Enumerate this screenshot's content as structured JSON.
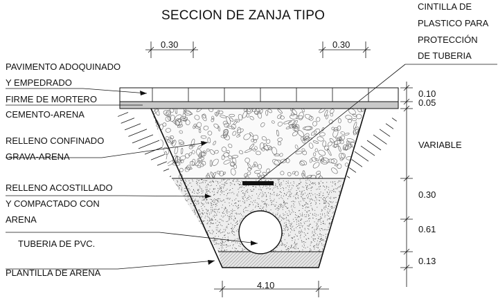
{
  "title": "SECCION DE ZANJA TIPO",
  "labels": {
    "cintilla": [
      "CINTILLA DE",
      "PLASTICO PARA",
      "PROTECCIÓN",
      "DE TUBERIA"
    ],
    "pavimento": [
      "PAVIMENTO ADOQUINADO",
      "Y EMPEDRADO"
    ],
    "firme": [
      "FIRME DE MORTERO",
      "CEMENTO-ARENA"
    ],
    "relleno_confinado": [
      "RELLENO CONFINADO",
      "GRAVA-ARENA"
    ],
    "relleno_acostillado": [
      "RELLENO ACOSTILLADO",
      "Y COMPACTADO CON",
      "ARENA"
    ],
    "tuberia": "TUBERIA DE PVC.",
    "plantilla": "PLANTILLA DE ARENA"
  },
  "dimensions": {
    "top_left": "0.30",
    "top_right": "0.30",
    "bottom": "4.10",
    "pavimento": "0.10",
    "firme": "0.05",
    "variable": "VARIABLE",
    "acostillado": "0.30",
    "tuberia": "0.61",
    "plantilla": "0.13"
  },
  "colors": {
    "line": "#111111",
    "firme_fill": "#c8c8c8",
    "sand": "#e9e9e9"
  }
}
